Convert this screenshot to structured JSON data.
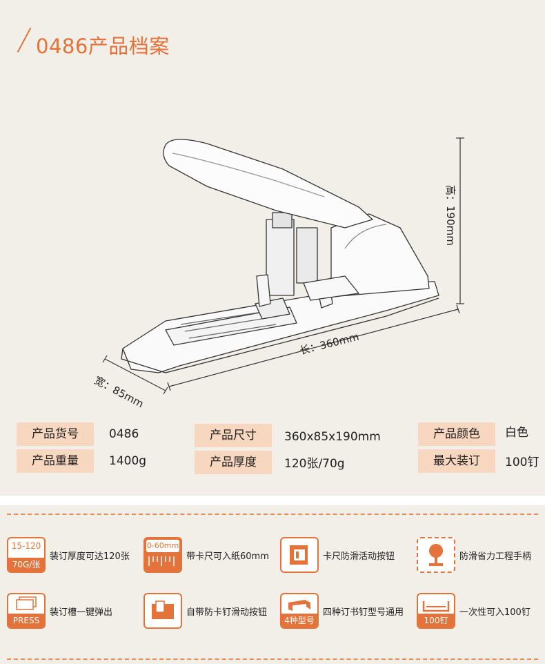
{
  "title": "0486产品档案",
  "dimensions": {
    "height": "高：190mm",
    "length": "长：360mm",
    "width": "宽：85mm"
  },
  "specs": [
    {
      "label": "产品货号",
      "value": "0486"
    },
    {
      "label": "产品尺寸",
      "value": "360x85x190mm"
    },
    {
      "label": "产品颜色",
      "value": "白色"
    },
    {
      "label": "产品重量",
      "value": "1400g"
    },
    {
      "label": "产品厚度",
      "value": "120张/70g"
    },
    {
      "label": "最大装订",
      "value": "100钉"
    }
  ],
  "features": [
    {
      "icon": "thickness-icon",
      "icon_top": "15-120",
      "icon_bottom": "70G/张",
      "label": "装订厚度可达120张"
    },
    {
      "icon": "ruler-icon",
      "icon_top": "0-60mm",
      "label": "带卡尺可入纸60mm"
    },
    {
      "icon": "anti-slip-clip-icon",
      "label": "卡尺防滑活动按钮"
    },
    {
      "icon": "handle-icon",
      "label": "防滑省力工程手柄"
    },
    {
      "icon": "eject-tray-icon",
      "icon_bottom": "PRESS",
      "label": "装订槽一键弹出"
    },
    {
      "icon": "slide-button-icon",
      "label": "自带防卡钉滑动按钮"
    },
    {
      "icon": "staple-types-icon",
      "icon_bottom": "4种型号",
      "label": "四种订书钉型号通用"
    },
    {
      "icon": "staple-load-icon",
      "icon_bottom": "100钉",
      "label": "一次性可入100钉"
    }
  ],
  "colors": {
    "accent": "#e3733a",
    "spec_bg": "#f7d7bf",
    "page_bg": "#f2eee8"
  }
}
